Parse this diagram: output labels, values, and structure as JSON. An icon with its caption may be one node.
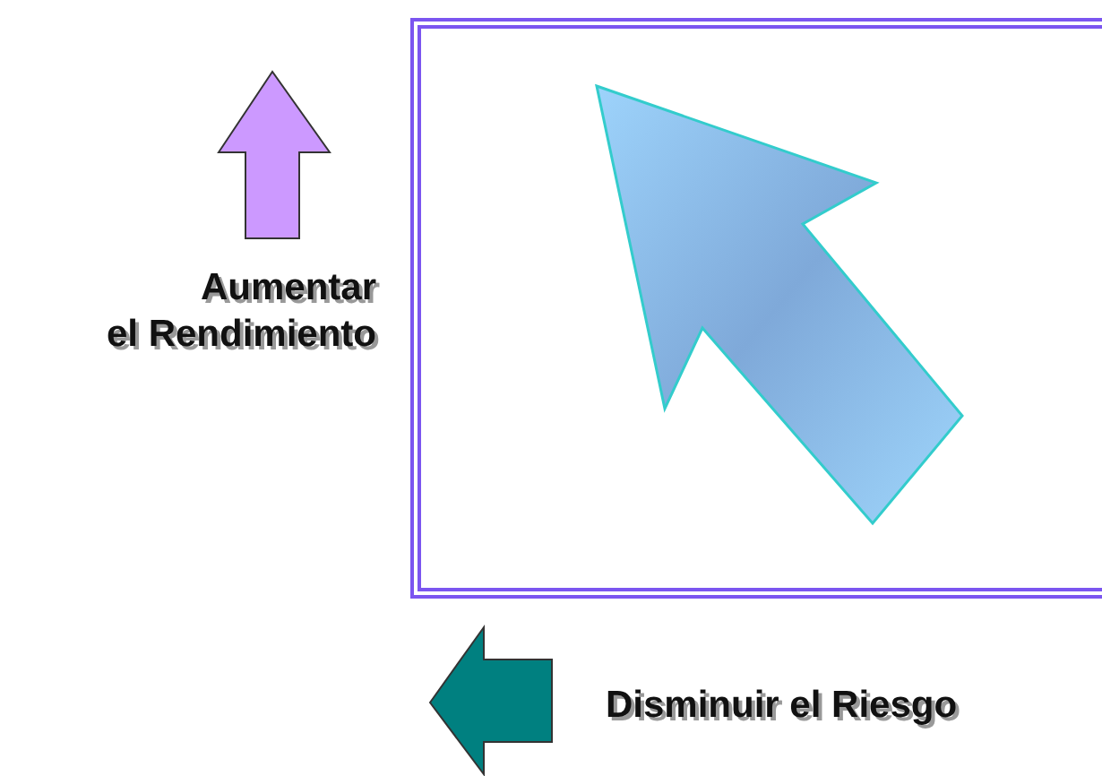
{
  "diagram": {
    "nodes": [
      {
        "text": [],
        "shape": "box"
      }
    ],
    "labels": [
      "Aumentar el Rendimiento",
      "Disminuir el Riesgo"
    ]
  }
}
